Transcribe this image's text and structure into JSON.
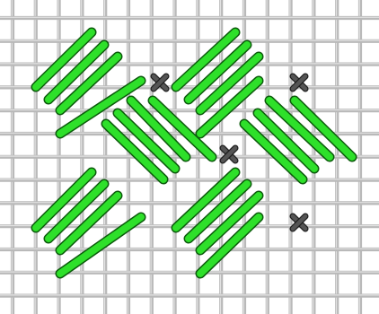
{
  "colors": {
    "background": "#ffffff",
    "canvas_thread": "#b9b9b9",
    "canvas_thread_highlight": "#e2e2e2",
    "stitch_fill": "#2ee02a",
    "stitch_outline": "#0b5a0b",
    "cross_stitch": "#555555",
    "cross_stitch_outline": "#1f1f1f"
  },
  "canvas": {
    "columns": 16,
    "rows": 13
  },
  "motif": {
    "blocks": [
      {
        "id": "block-top-left",
        "direction": "forward",
        "stitches": 4
      },
      {
        "id": "block-top-right",
        "direction": "forward",
        "stitches": 4
      },
      {
        "id": "block-center-left",
        "direction": "back",
        "stitches": 4
      },
      {
        "id": "block-center-right",
        "direction": "back",
        "stitches": 4
      },
      {
        "id": "block-bottom-left",
        "direction": "forward",
        "stitches": 4
      },
      {
        "id": "block-bottom-right",
        "direction": "forward",
        "stitches": 4
      }
    ],
    "cross_stitches": 4
  }
}
